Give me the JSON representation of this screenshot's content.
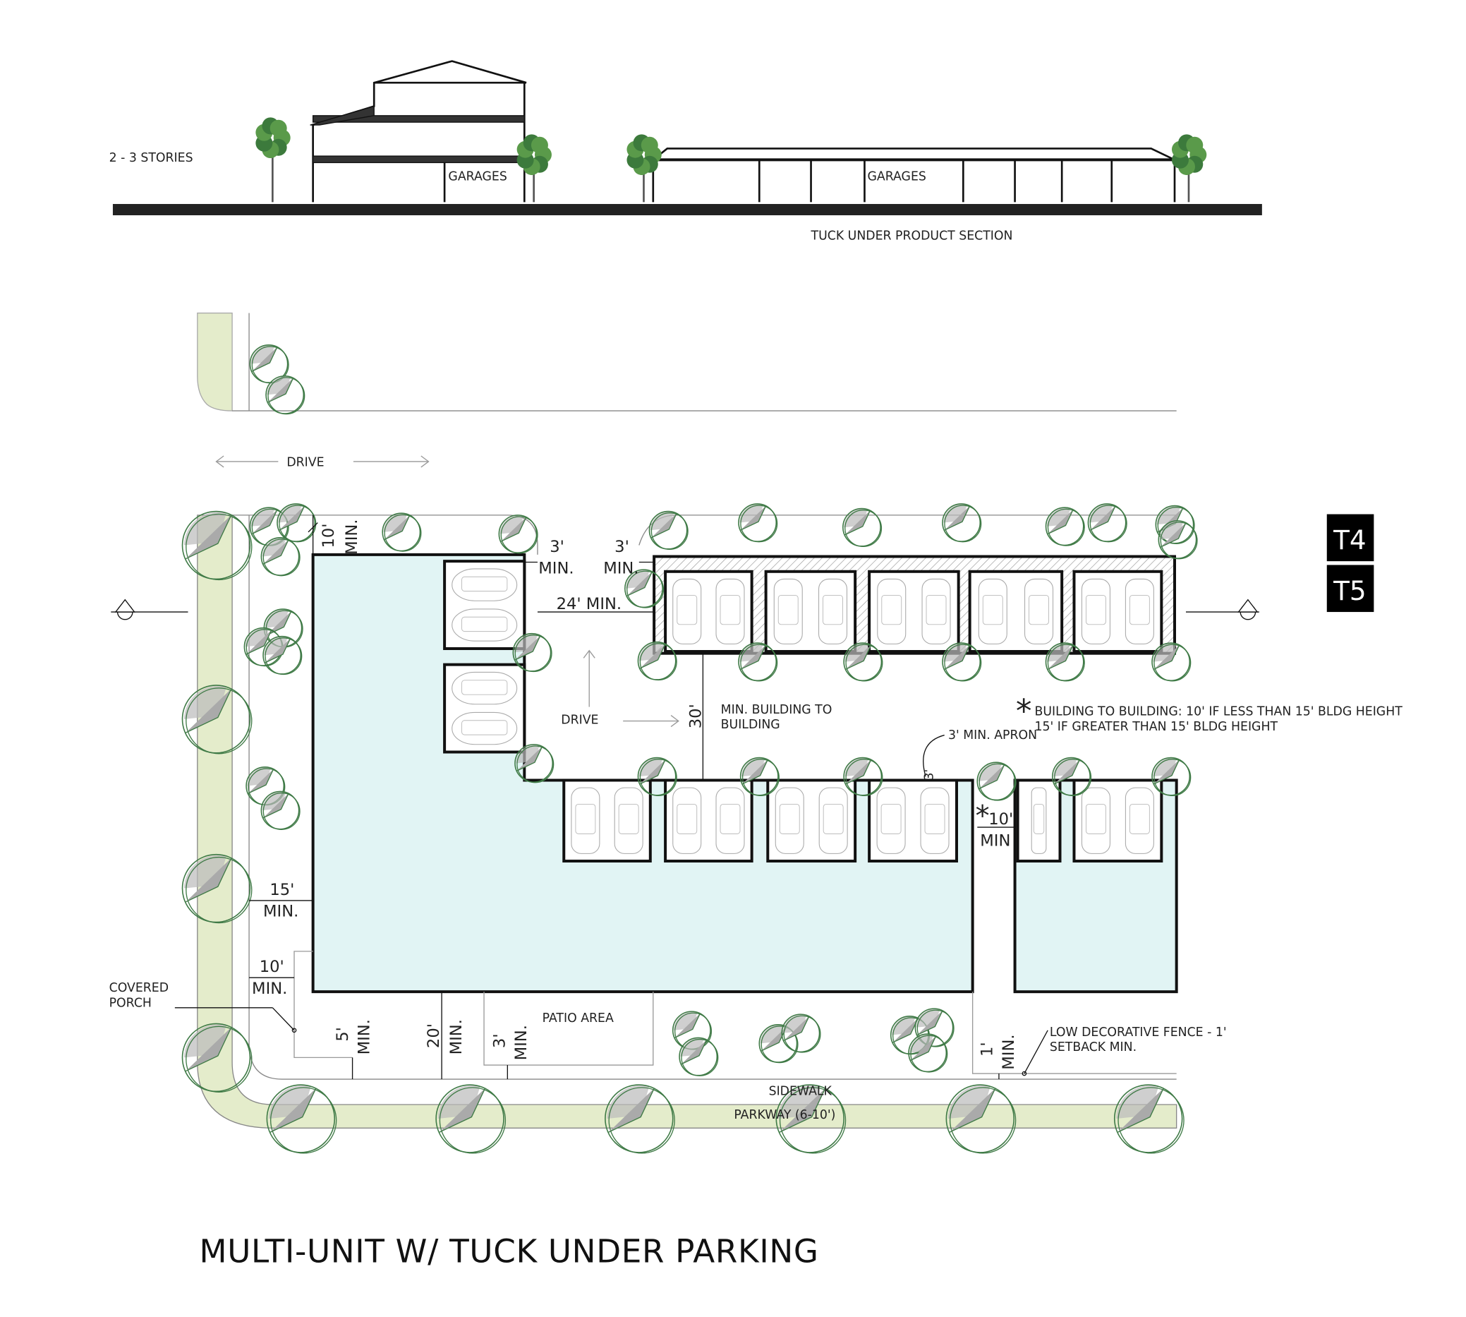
{
  "section": {
    "stories_label": "2 - 3 STORIES",
    "garages_left": "GARAGES",
    "garages_right": "GARAGES",
    "caption": "TUCK UNDER PRODUCT SECTION"
  },
  "plan": {
    "drive_top": "DRIVE",
    "drive_center": "DRIVE",
    "dims": {
      "front_10": "10'",
      "front_10_min": "MIN.",
      "side_3a": "3'",
      "side_3a_min": "MIN.",
      "side_3b": "3'",
      "side_3b_min": "MIN.",
      "drive_24": "24' MIN.",
      "bldg_30": "30'",
      "bldg_30_label_1": "MIN. BUILDING TO",
      "bldg_30_label_2": "BUILDING",
      "apron": "3' MIN. APRON",
      "apron_3": "3'",
      "b2b_10": "10'",
      "b2b_min": "MIN",
      "setback_15": "15'",
      "setback_15_min": "MIN.",
      "porch_10": "10'",
      "porch_10_min": "MIN.",
      "porch_5": "5'",
      "porch_5_min": "MIN.",
      "front_20": "20'",
      "front_20_min": "MIN.",
      "patio_3": "3'",
      "patio_3_min": "MIN.",
      "fence_1": "1'",
      "fence_1_min": "MIN."
    },
    "note_star": "*",
    "note_line1": "BUILDING TO BUILDING:  10' IF LESS THAN 15' BLDG HEIGHT",
    "note_line2": "15' IF GREATER THAN 15' BLDG HEIGHT",
    "covered_porch_1": "COVERED",
    "covered_porch_2": "PORCH",
    "patio_area": "PATIO AREA",
    "fence_note_1": "LOW DECORATIVE FENCE - 1'",
    "fence_note_2": "SETBACK MIN.",
    "sidewalk": "SIDEWALK",
    "parkway": "PARKWAY (6-10')"
  },
  "zones": [
    "T4",
    "T5"
  ],
  "title": "MULTI-UNIT W/ TUCK UNDER PARKING",
  "colors": {
    "building_fill": "#e1f4f4",
    "parkway_fill": "#e4eccb",
    "tree_green": "#3f7a46",
    "zone_bg": "#000000"
  }
}
